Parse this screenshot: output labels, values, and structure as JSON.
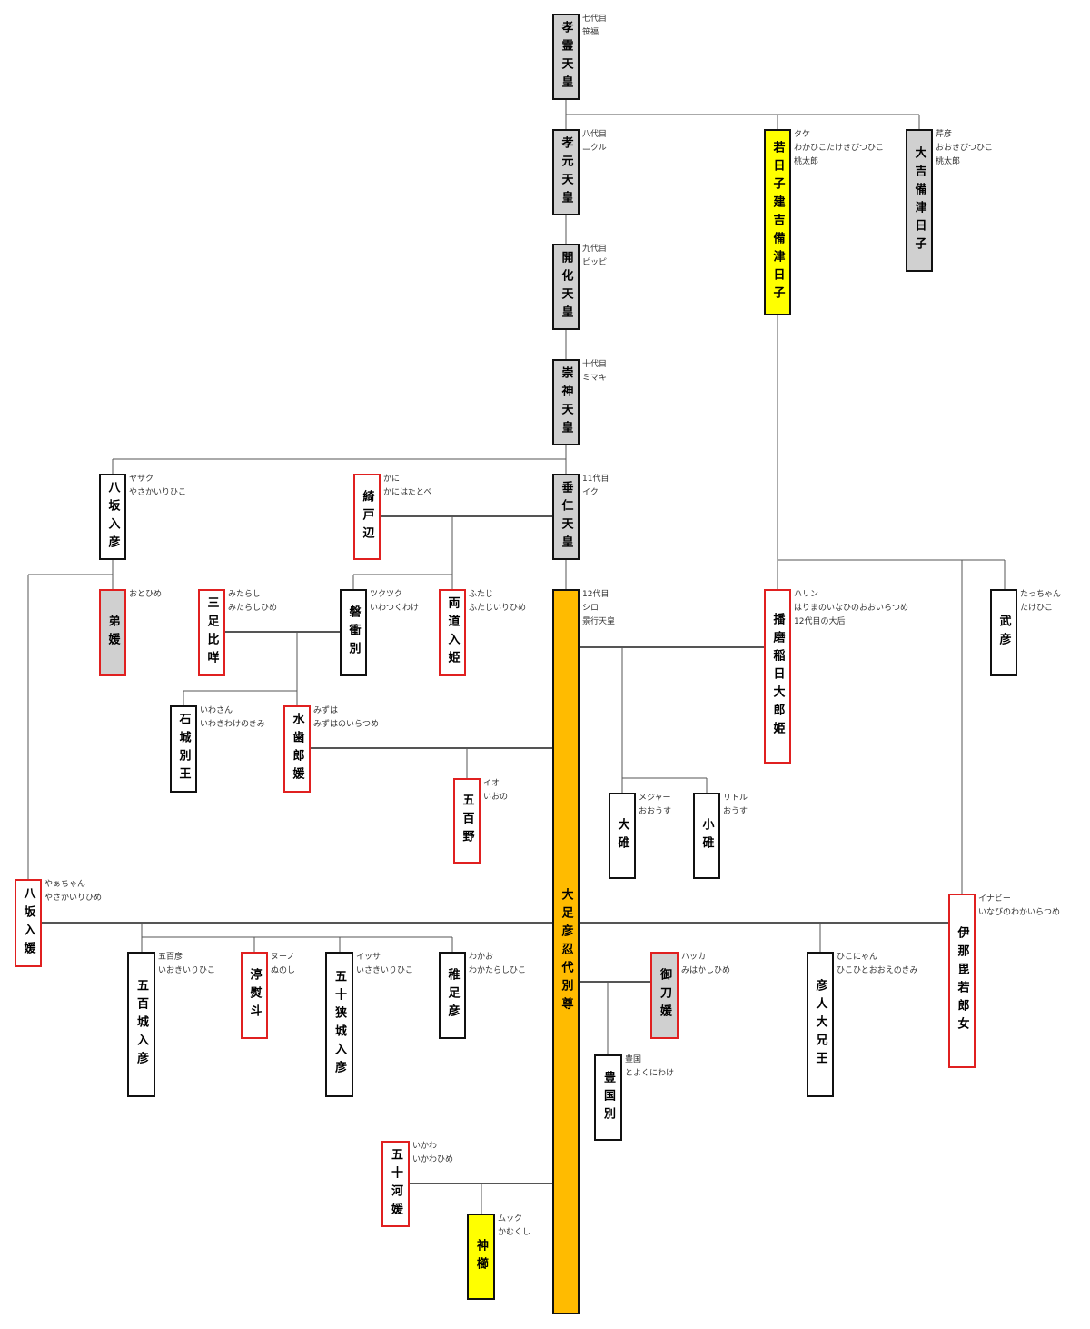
{
  "colors": {
    "line": "#555555",
    "border_black": "#111111",
    "border_red": "#e02020",
    "fill_gray": "#d0d0d0",
    "fill_yellow": "#ffff00",
    "fill_orange": "#ffbb00"
  },
  "nodes": [
    {
      "id": "korei",
      "name": "孝霊天皇",
      "notes": [
        "七代目",
        "笹福"
      ]
    },
    {
      "id": "kogen",
      "name": "孝元天皇",
      "notes": [
        "八代目",
        "ニクル"
      ]
    },
    {
      "id": "kaika",
      "name": "開化天皇",
      "notes": [
        "九代目",
        "ピッピ"
      ]
    },
    {
      "id": "sujin",
      "name": "崇神天皇",
      "notes": [
        "十代目",
        "ミマキ"
      ]
    },
    {
      "id": "suinin",
      "name": "垂仁天皇",
      "notes": [
        "11代目",
        "イク"
      ]
    },
    {
      "id": "keiko",
      "name": "大足彦忍代別尊",
      "notes": [
        "12代目",
        "シロ",
        "景行天皇"
      ]
    },
    {
      "id": "wakahiko",
      "name": "若日子建吉備津日子",
      "notes": [
        "タケ",
        "わかひこたけきびつひこ",
        "桃太郎"
      ]
    },
    {
      "id": "okibitsu",
      "name": "大吉備津日子",
      "notes": [
        "芹彦",
        "おおきびつひこ",
        "桃太郎"
      ]
    },
    {
      "id": "yasakairihiko",
      "name": "八坂入彦",
      "notes": [
        "ヤサク",
        "やさかいりひこ"
      ]
    },
    {
      "id": "kanihatatobe",
      "name": "綺戸辺",
      "notes": [
        "かに",
        "かにはたとべ"
      ]
    },
    {
      "id": "ototohime",
      "name": "弟媛",
      "notes": [
        "おとひめ"
      ]
    },
    {
      "id": "mitarashi",
      "name": "三足比咩",
      "notes": [
        "みたらし",
        "みたらしひめ"
      ]
    },
    {
      "id": "iwatsukuwake",
      "name": "磐衝別",
      "notes": [
        "ツクツク",
        "いわつくわけ"
      ]
    },
    {
      "id": "futaji",
      "name": "両道入姫",
      "notes": [
        "ふたじ",
        "ふたじいりひめ"
      ]
    },
    {
      "id": "harima",
      "name": "播磨稲日大郎姫",
      "notes": [
        "ハリン",
        "はりまのいなひのおおいらつめ",
        "12代目の大后"
      ]
    },
    {
      "id": "takehiko",
      "name": "武彦",
      "notes": [
        "たっちゃん",
        "たけひこ"
      ]
    },
    {
      "id": "iwaki",
      "name": "石城別王",
      "notes": [
        "いわさん",
        "いわきわけのきみ"
      ]
    },
    {
      "id": "mizuha",
      "name": "水歯郎媛",
      "notes": [
        "みずは",
        "みずはのいらつめ"
      ]
    },
    {
      "id": "io",
      "name": "五百野",
      "notes": [
        "イオ",
        "いおの"
      ]
    },
    {
      "id": "ousu",
      "name": "大碓",
      "notes": [
        "メジャー",
        "おおうす"
      ]
    },
    {
      "id": "kousu",
      "name": "小碓",
      "notes": [
        "リトル",
        "おうす"
      ]
    },
    {
      "id": "yasakairihime",
      "name": "八坂入媛",
      "notes": [
        "やぁちゃん",
        "やさかいりひめ"
      ]
    },
    {
      "id": "inabi",
      "name": "伊那毘若郎女",
      "notes": [
        "イナビー",
        "いなびのわかいらつめ"
      ]
    },
    {
      "id": "iokiirihiko",
      "name": "五百城入彦",
      "notes": [
        "五百彦",
        "いおきいりひこ"
      ]
    },
    {
      "id": "nunoshi",
      "name": "渟熨斗",
      "notes": [
        "ヌーノ",
        "ぬのし"
      ]
    },
    {
      "id": "isakiirihiko",
      "name": "五十狭城入彦",
      "notes": [
        "イッサ",
        "いさきいりひこ"
      ]
    },
    {
      "id": "wakatarashi",
      "name": "稚足彦",
      "notes": [
        "わかお",
        "わかたらしひこ"
      ]
    },
    {
      "id": "mihakashi",
      "name": "御刀媛",
      "notes": [
        "ハッカ",
        "みはかしひめ"
      ]
    },
    {
      "id": "toyokuni",
      "name": "豊国別",
      "notes": [
        "豊国",
        "とよくにわけ"
      ]
    },
    {
      "id": "hikohito",
      "name": "彦人大兄王",
      "notes": [
        "ひこにゃん",
        "ひこひとおおえのきみ"
      ]
    },
    {
      "id": "ikawahime",
      "name": "五十河媛",
      "notes": [
        "いかわ",
        "いかわひめ"
      ]
    },
    {
      "id": "kamukushi",
      "name": "神櫛",
      "notes": [
        "ムック",
        "かむくし"
      ]
    }
  ]
}
